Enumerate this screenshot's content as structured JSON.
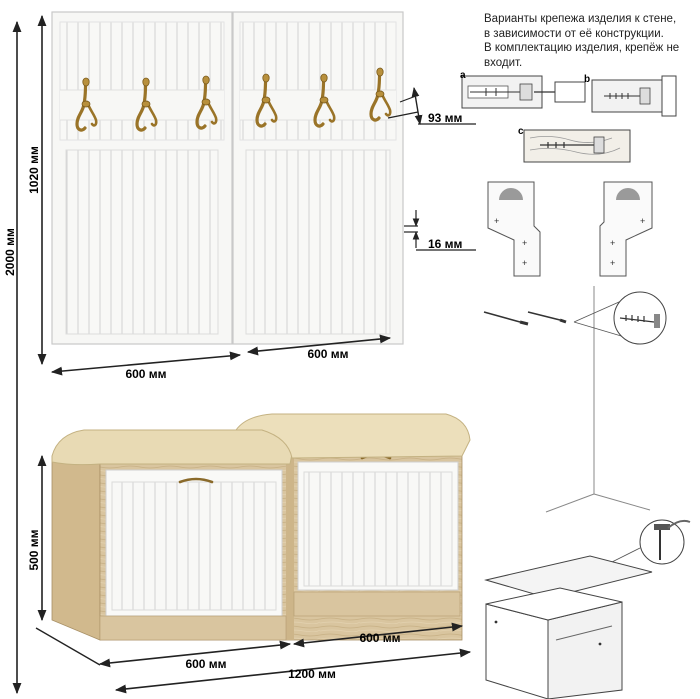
{
  "note": {
    "line1": "Варианты крепежа изделия к стене,",
    "line2": "в зависимости от её конструкции.",
    "line3": "В комплектацию изделия, крепёж не",
    "line4": "входит."
  },
  "dimensions": {
    "total_height": "2000 мм",
    "panel_height": "1020 мм",
    "panel_left_width": "600 мм",
    "panel_right_width": "600 мм",
    "hook_spacing": "93 мм",
    "panel_thickness": "16 мм",
    "bench_height": "500 мм",
    "bench_left_width": "600 мм",
    "bench_right_width": "600 мм",
    "bench_total_width": "1200 мм"
  },
  "mount_labels": {
    "a": "a",
    "b": "b",
    "c": "c"
  },
  "colors": {
    "panel": "#f7f7f5",
    "panel_edge": "#c9c9c9",
    "wood": "#d8c29a",
    "cushion": "#e9dcb6",
    "hook": "#a07a2c",
    "line": "#222222"
  }
}
